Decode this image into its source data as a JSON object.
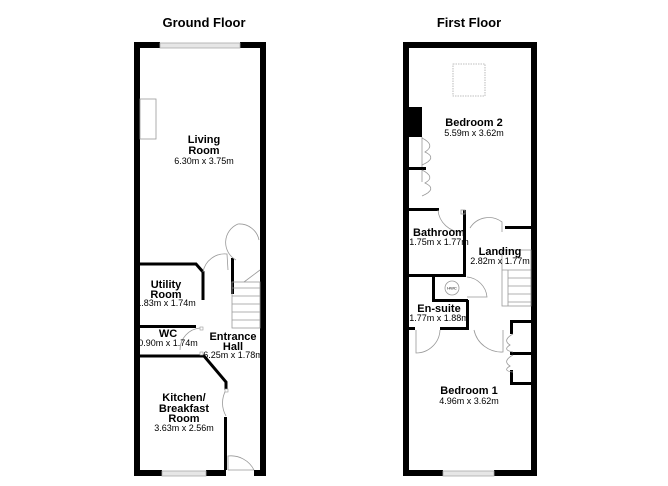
{
  "floors": [
    {
      "title": "Ground Floor",
      "rooms": [
        {
          "name_line1": "Living",
          "name_line2": "Room",
          "dims": "6.30m x 3.75m"
        },
        {
          "name_line1": "Utility",
          "name_line2": "Room",
          "dims": "1.83m x 1.74m"
        },
        {
          "name_line1": "WC",
          "dims": "0.90m x 1.74m"
        },
        {
          "name_line1": "Entrance",
          "name_line2": "Hall",
          "dims": "6.25m x 1.78m"
        },
        {
          "name_line1": "Kitchen/",
          "name_line2": "Breakfast",
          "name_line3": "Room",
          "dims": "3.63m x 2.56m"
        }
      ]
    },
    {
      "title": "First Floor",
      "rooms": [
        {
          "name_line1": "Bedroom 2",
          "dims": "5.59m x 3.62m"
        },
        {
          "name_line1": "Bathroom",
          "dims": "1.75m x 1.77m"
        },
        {
          "name_line1": "Landing",
          "dims": "2.82m x 1.77m"
        },
        {
          "name_line1": "En-suite",
          "dims": "1.77m x 1.88m"
        },
        {
          "name_line1": "Bedroom 1",
          "dims": "4.96m x 3.62m"
        }
      ],
      "fixtures": {
        "hwc_label": "HWC"
      }
    }
  ]
}
